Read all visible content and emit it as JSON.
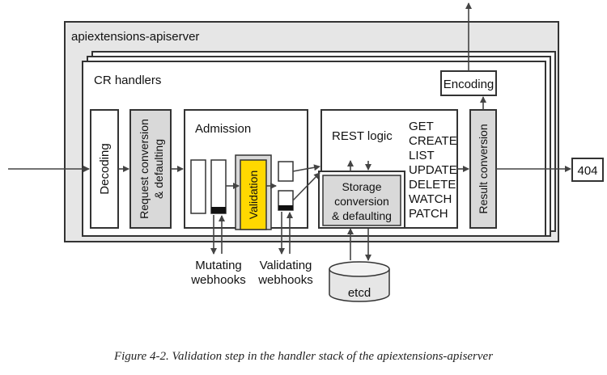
{
  "figure": {
    "outer_label": "apiextensions-apiserver",
    "cr_handlers_label": "CR handlers",
    "encoding_label": "Encoding",
    "decoding_label": "Decoding",
    "request_conversion_label": [
      "Request conversion",
      "& defaulting"
    ],
    "admission_label": "Admission",
    "validation_label": "Validation",
    "rest_logic_label": "REST logic",
    "verbs": [
      "GET",
      "CREATE",
      "LIST",
      "UPDATE",
      "DELETE",
      "WATCH",
      "PATCH"
    ],
    "storage_label": [
      "Storage",
      "conversion",
      "& defaulting"
    ],
    "result_conversion_label": "Result conversion",
    "response_label": "404",
    "mutating_label": [
      "Mutating",
      "webhooks"
    ],
    "validating_label": [
      "Validating",
      "webhooks"
    ],
    "etcd_label": "etcd",
    "caption": "Figure 4-2. Validation step in the handler stack of the apiextensions-apiserver"
  },
  "colors": {
    "outer_fill": "#e6e6e6",
    "gray_box": "#d9d9d9",
    "validation_highlight": "#ffd800",
    "stroke": "#333333"
  }
}
